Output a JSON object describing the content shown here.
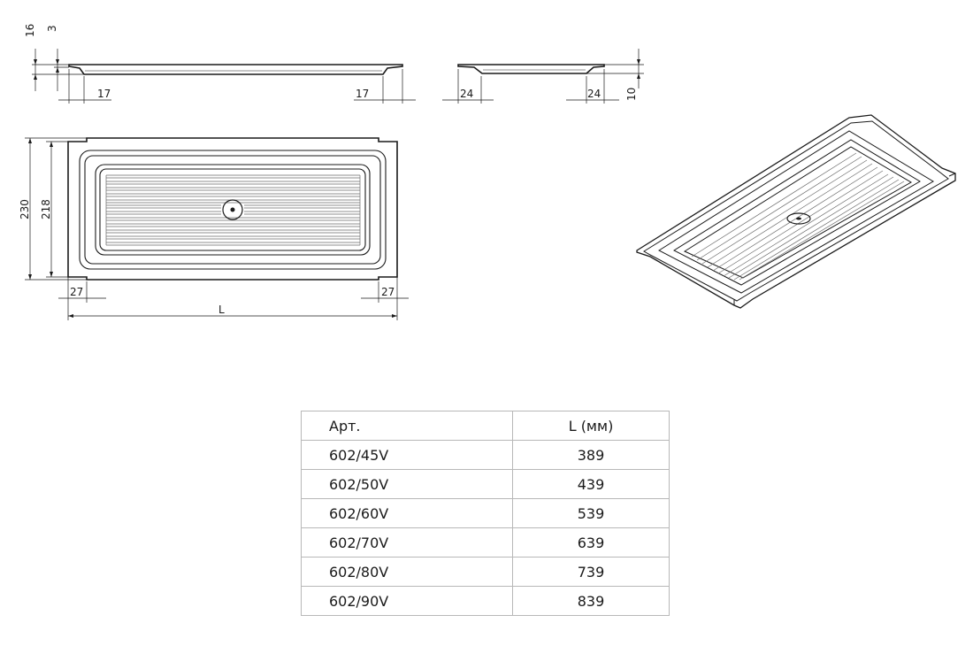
{
  "dimensions": {
    "side_height_total": "16",
    "side_rim": "3",
    "side_left": "17",
    "side_right": "17",
    "end_left": "24",
    "end_right": "24",
    "end_height": "10",
    "plan_outer_width": "230",
    "plan_inner_width": "218",
    "plan_left_margin": "27",
    "plan_right_margin": "27",
    "plan_length": "L"
  },
  "table": {
    "header": {
      "article": "Арт.",
      "length": "L (мм)"
    },
    "rows": [
      {
        "article": "602/45V",
        "length": "389"
      },
      {
        "article": "602/50V",
        "length": "439"
      },
      {
        "article": "602/60V",
        "length": "539"
      },
      {
        "article": "602/70V",
        "length": "639"
      },
      {
        "article": "602/80V",
        "length": "739"
      },
      {
        "article": "602/90V",
        "length": "839"
      }
    ]
  }
}
